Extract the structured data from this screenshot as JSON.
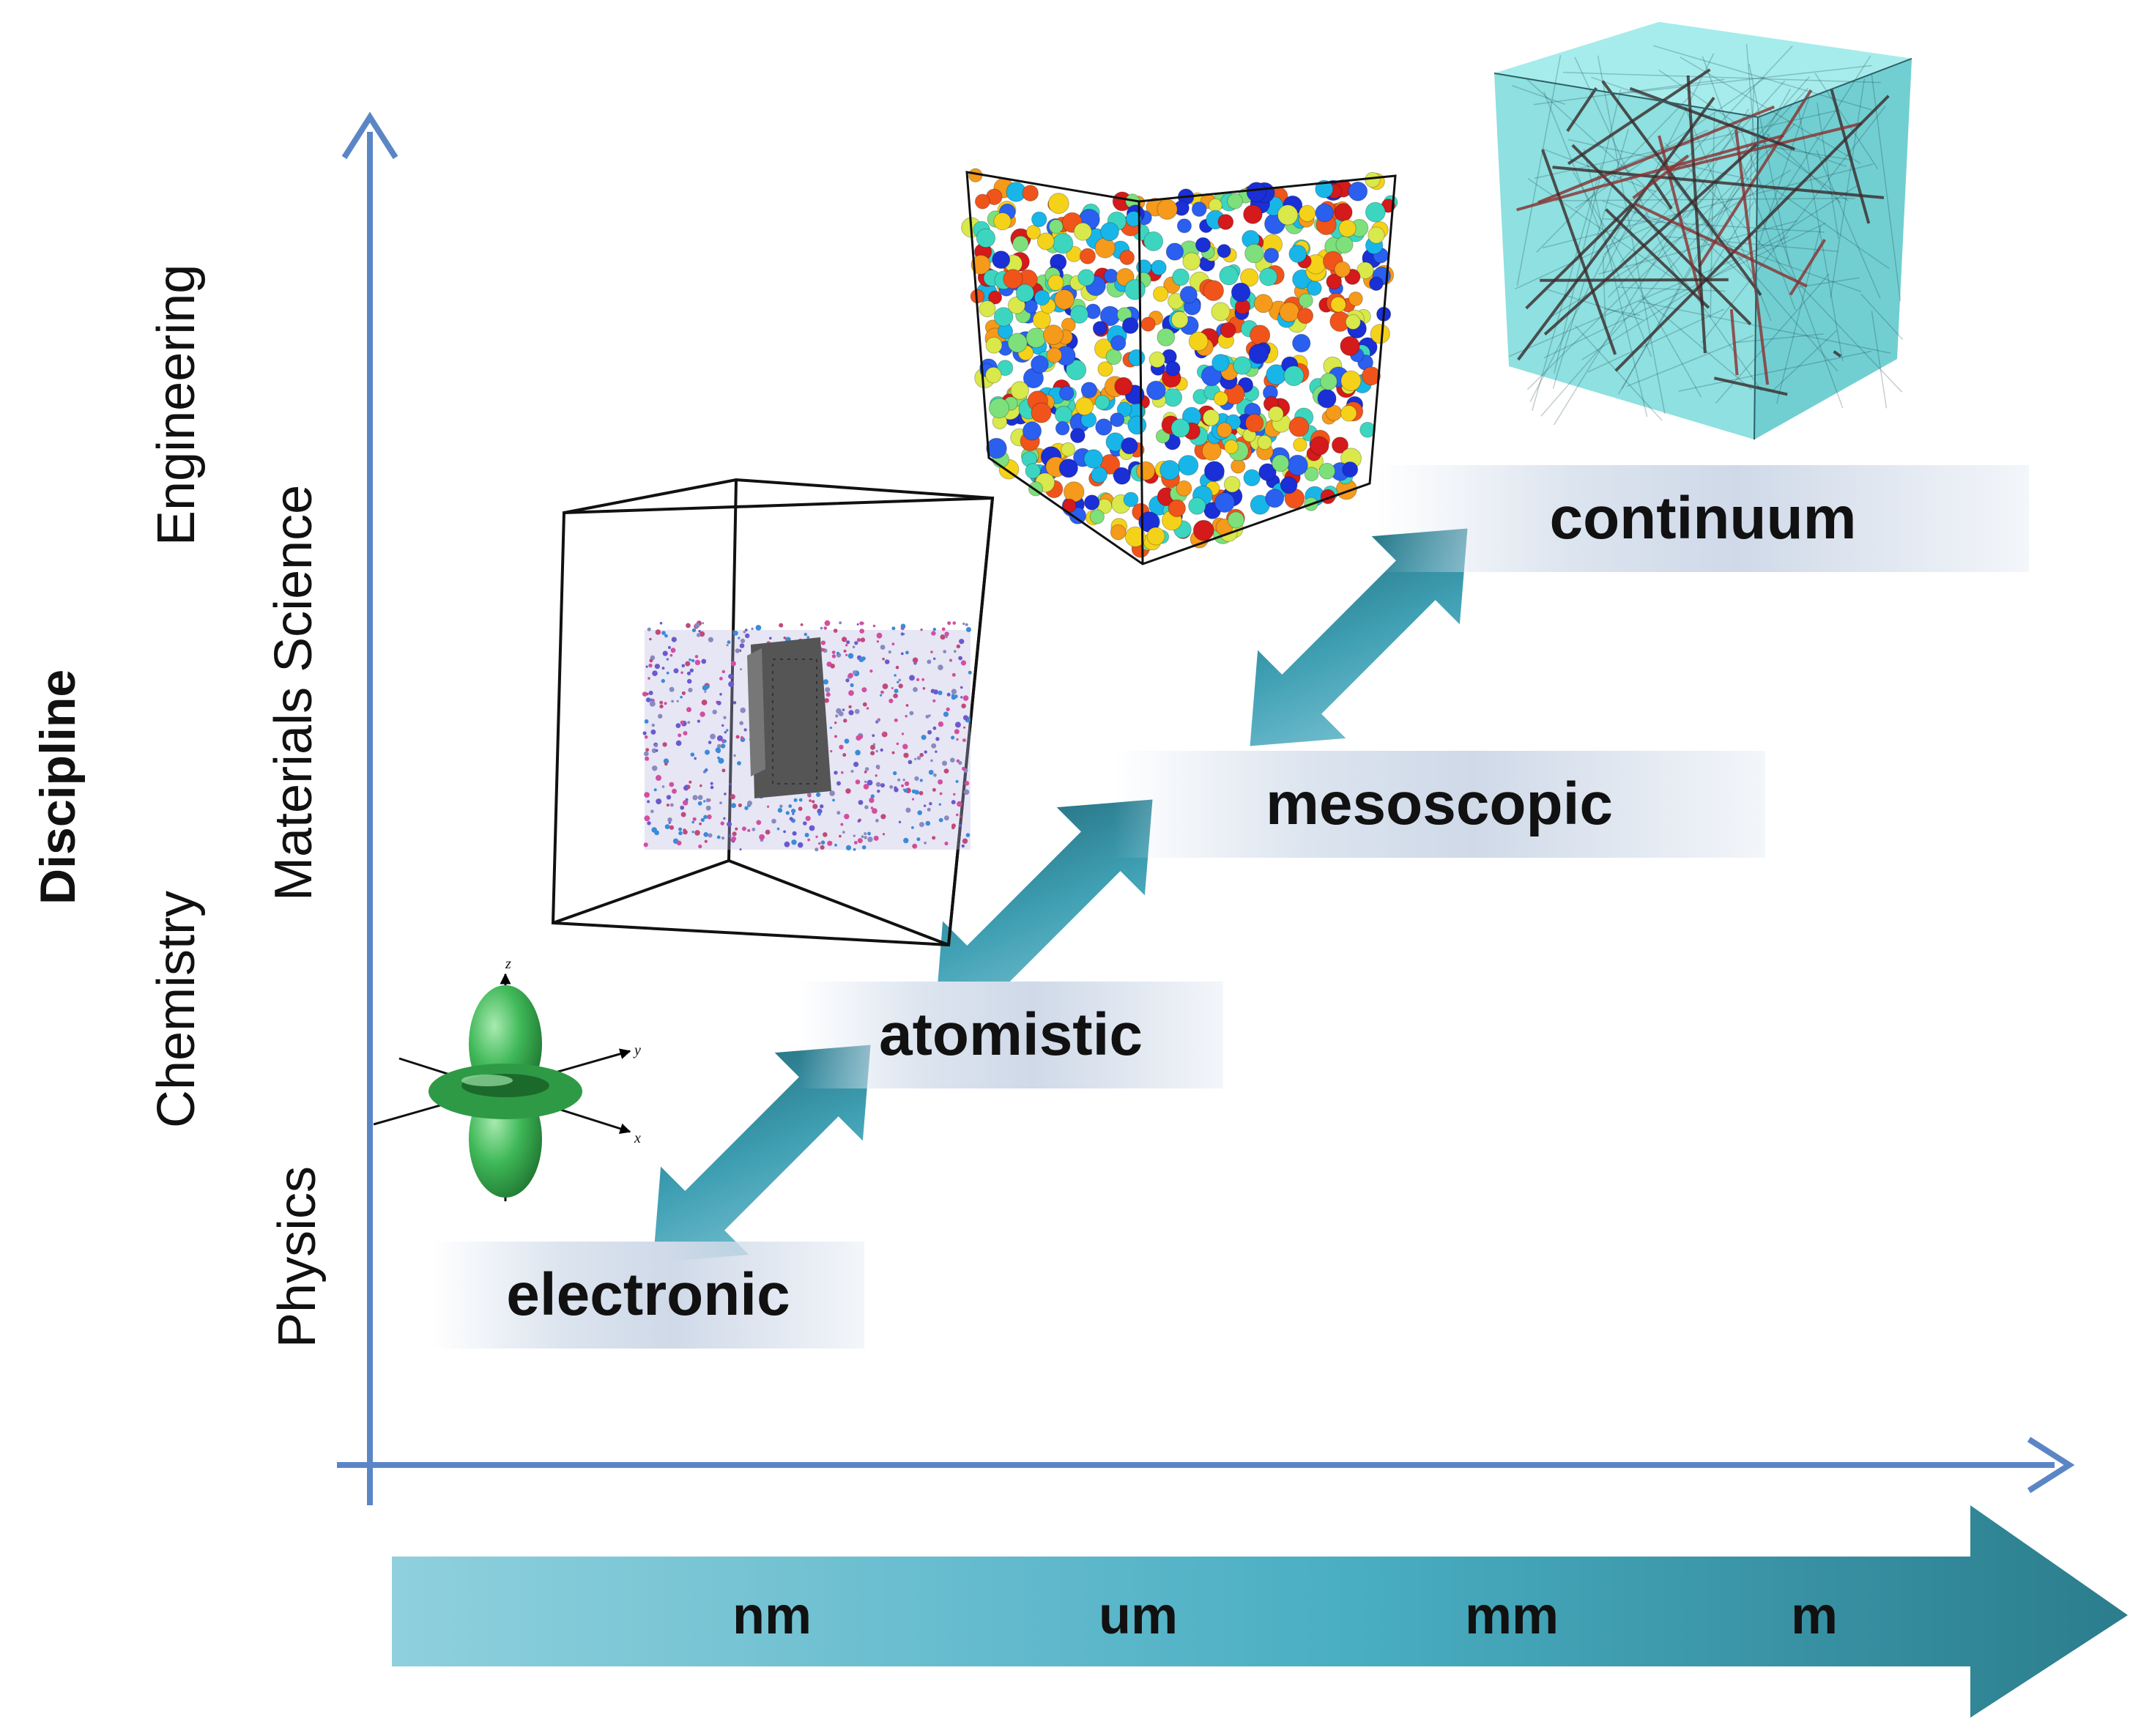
{
  "y_axis": {
    "title": "Discipline",
    "disciplines": [
      "Physics",
      "Chemistry",
      "Materials Science",
      "Engineering"
    ]
  },
  "scales": [
    "electronic",
    "atomistic",
    "mesoscopic",
    "continuum"
  ],
  "length_scale": {
    "units": [
      "nm",
      "um",
      "mm",
      "m"
    ]
  },
  "colors": {
    "axis": "#5b86c6",
    "arrow": "#3f9fb3",
    "arrow_dark": "#1f6d7d",
    "label_band": "#d4dded",
    "orbital": "#2e9e45"
  },
  "icons": {
    "electronic": "d-orbital-icon",
    "atomistic": "molecular-box-icon",
    "mesoscopic": "particle-cube-icon",
    "continuum": "mesh-cube-icon"
  }
}
